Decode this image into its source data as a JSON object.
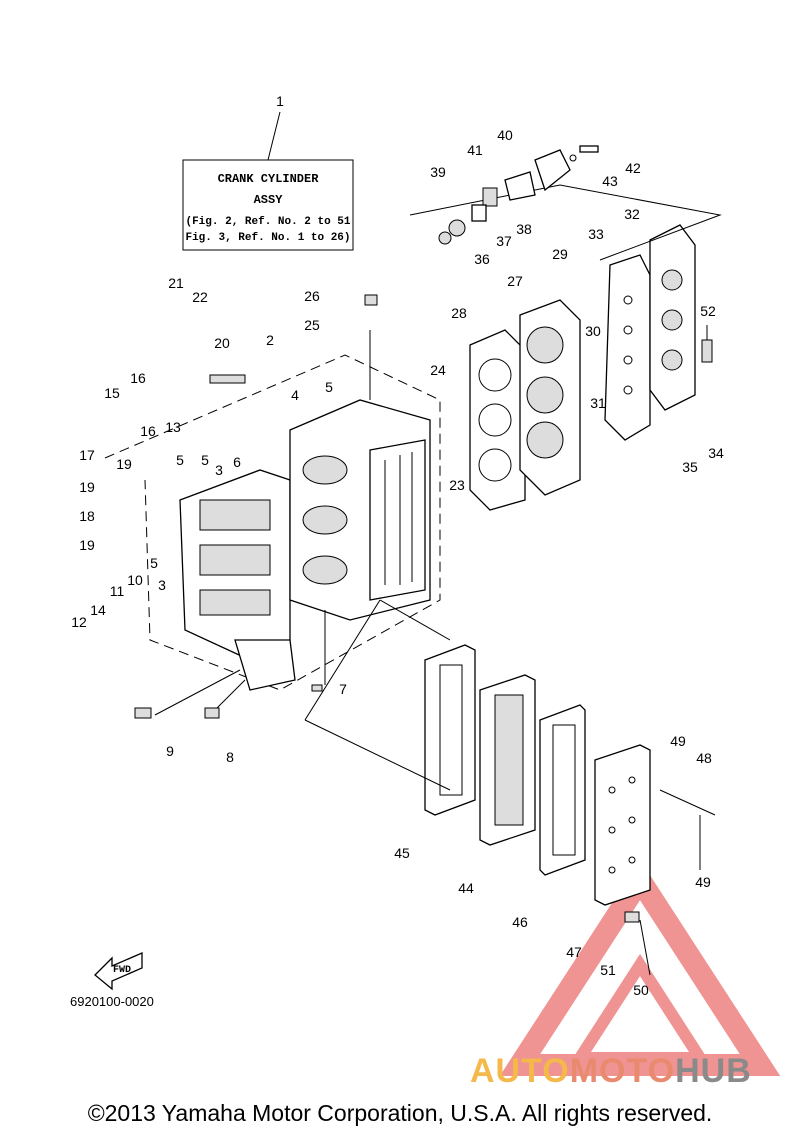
{
  "title_box": {
    "line1": "CRANK CYLINDER",
    "line2": "ASSY",
    "line3": "(Fig. 2, Ref. No. 2 to 51",
    "line4": "Fig. 3, Ref. No. 1 to 26)"
  },
  "callouts": [
    "1",
    "2",
    "3",
    "3",
    "4",
    "5",
    "5",
    "5",
    "5",
    "6",
    "7",
    "8",
    "9",
    "10",
    "11",
    "12",
    "13",
    "14",
    "15",
    "16",
    "16",
    "17",
    "18",
    "19",
    "19",
    "19",
    "20",
    "21",
    "22",
    "23",
    "24",
    "25",
    "26",
    "27",
    "28",
    "29",
    "30",
    "31",
    "32",
    "33",
    "34",
    "35",
    "36",
    "37",
    "38",
    "39",
    "40",
    "41",
    "42",
    "43",
    "44",
    "45",
    "46",
    "47",
    "48",
    "49",
    "49",
    "50",
    "51",
    "52"
  ],
  "fwd_label": "FWD",
  "part_number": "6920100-0020",
  "watermark": {
    "part1": "AUTO",
    "part2": "MOTO",
    "part3": "HUB"
  },
  "copyright": "©2013 Yamaha Motor Corporation, U.S.A. All rights reserved.",
  "colors": {
    "watermark_red": "#e23b3b",
    "watermark_orange": "#f5b84a",
    "watermark_salmon": "#e98a6f",
    "watermark_gray": "#8a8a8a"
  }
}
